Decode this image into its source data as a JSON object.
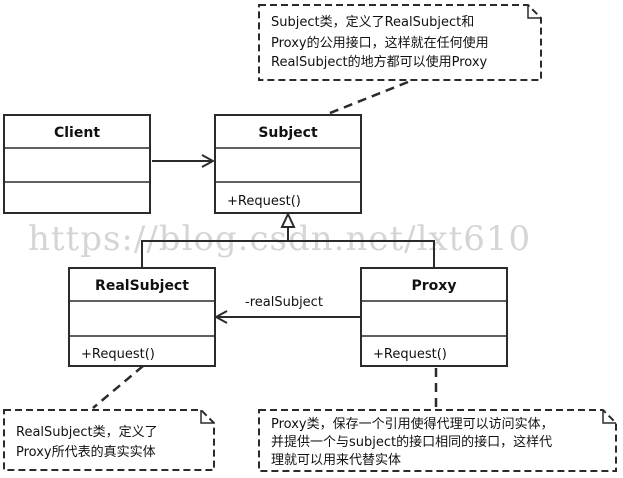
{
  "classes": {
    "client": {
      "name": "Client",
      "operation": ""
    },
    "subject": {
      "name": "Subject",
      "operation": "+Request()"
    },
    "real_subject": {
      "name": "RealSubject",
      "operation": "+Request()"
    },
    "proxy": {
      "name": "Proxy",
      "operation": "+Request()"
    }
  },
  "association_label": "-realSubject",
  "notes": {
    "subject_note": [
      "Subject类，定义了RealSubject和",
      "Proxy的公用接口，这样就在任何使用",
      "RealSubject的地方都可以使用Proxy"
    ],
    "real_subject_note": [
      "RealSubject类，定义了",
      "Proxy所代表的真实实体"
    ],
    "proxy_note": [
      "Proxy类，保存一个引用使得代理可以访问实体，",
      "并提供一个与subject的接口相同的接口，这样代",
      "理就可以用来代替实体"
    ]
  },
  "watermark": "https://blog.csdn.net/lxt610"
}
